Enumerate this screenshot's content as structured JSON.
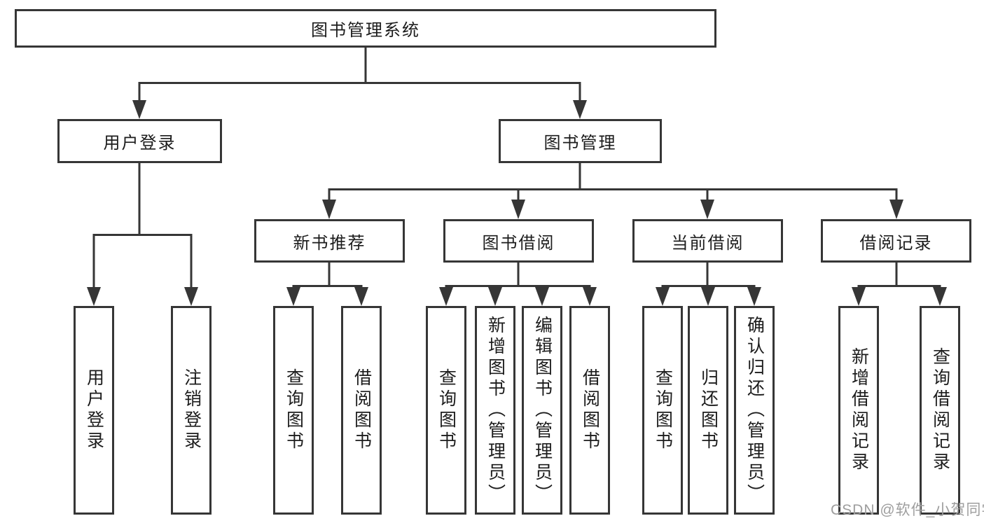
{
  "diagram": {
    "title": "图书管理系统",
    "level2": {
      "user_login": "用户登录",
      "book_mgmt": "图书管理"
    },
    "level3": {
      "new_book": "新书推荐",
      "book_borrow": "图书借阅",
      "current_borrow": "当前借阅",
      "borrow_record": "借阅记录"
    },
    "leaves": {
      "login": "用户登录",
      "logout": "注销登录",
      "nb_query": "查询图书",
      "nb_borrow": "借阅图书",
      "bb_query": "查询图书",
      "bb_add": "新增图书（管理员）",
      "bb_edit": "编辑图书（管理员）",
      "bb_borrow": "借阅图书",
      "cb_query": "查询图书",
      "cb_return": "归还图书",
      "cb_confirm": "确认归还（管理员）",
      "br_add": "新增借阅记录",
      "br_query": "查询借阅记录"
    }
  },
  "watermark": "CSDN @软件_小贺同学",
  "colors": {
    "line": "#363636",
    "text": "#1c1c1c",
    "watermark": "#9e9e9e",
    "background": "#ffffff"
  }
}
